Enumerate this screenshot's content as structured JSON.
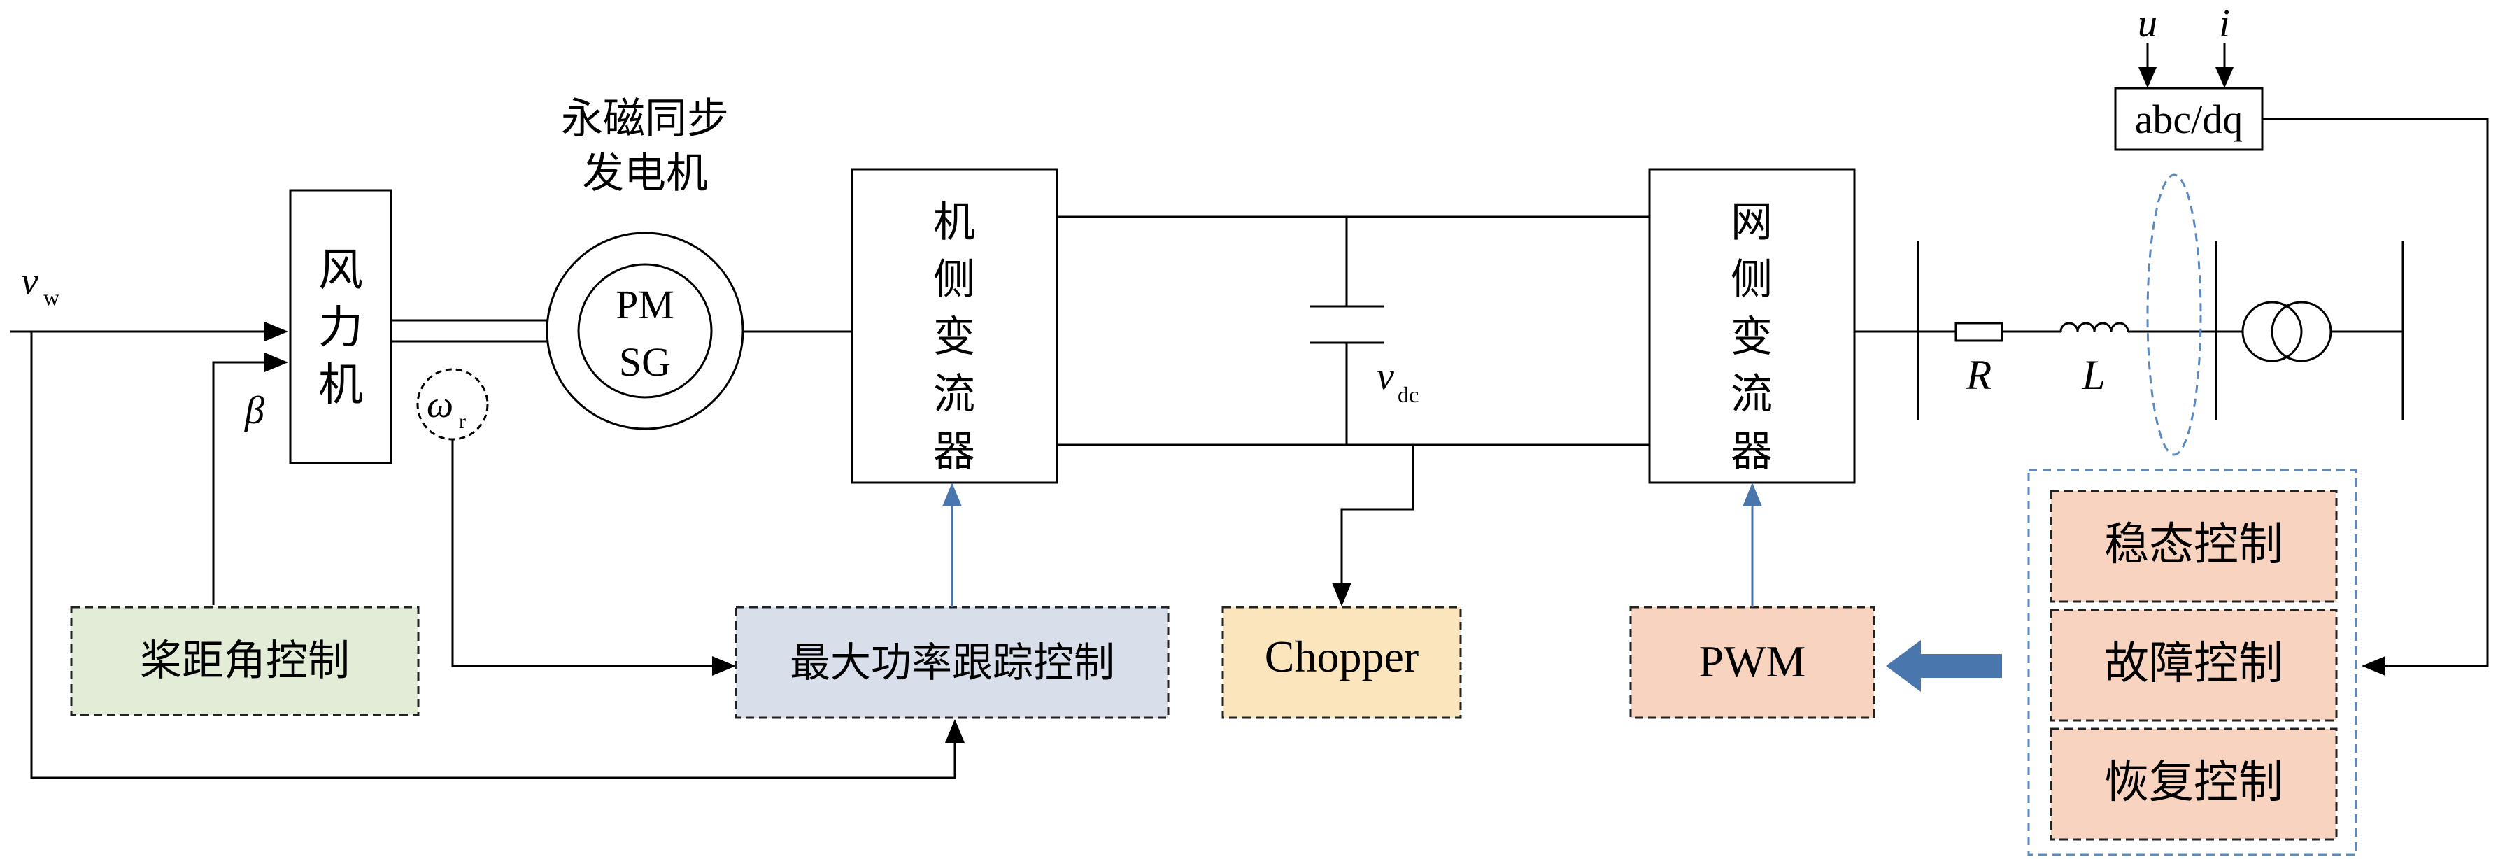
{
  "labels": {
    "pmsg_title_line1": "永磁同步",
    "pmsg_title_line2": "发电机",
    "pmsg_line1": "PM",
    "pmsg_line2": "SG",
    "wind_turbine": [
      "风",
      "力",
      "机"
    ],
    "machine_converter": [
      "机",
      "侧",
      "变",
      "流",
      "器"
    ],
    "grid_converter": [
      "网",
      "侧",
      "变",
      "流",
      "器"
    ],
    "abc_dq": "abc/dq",
    "u": "u",
    "i": "i",
    "vw_main": "v",
    "vw_sub": "w",
    "beta": "β",
    "omega_main": "ω",
    "omega_sub": "r",
    "vdc_main": "v",
    "vdc_sub": "dc",
    "R": "R",
    "L": "L"
  },
  "blocks": {
    "pitch_control": "桨距角控制",
    "mppt_control": "最大功率跟踪控制",
    "chopper": "Chopper",
    "pwm": "PWM",
    "steady_state_control": "稳态控制",
    "fault_control": "故障控制",
    "recovery_control": "恢复控制"
  },
  "colors": {
    "pitch_fill": "#e2ecd6",
    "mppt_fill": "#d9dfea",
    "chopper_fill": "#fbe5bd",
    "pwm_fill": "#f8d3c0",
    "control_fill": "#f8d3c0",
    "blue_arrow": "#4a76ae",
    "blue_dash": "#5b89c0"
  }
}
